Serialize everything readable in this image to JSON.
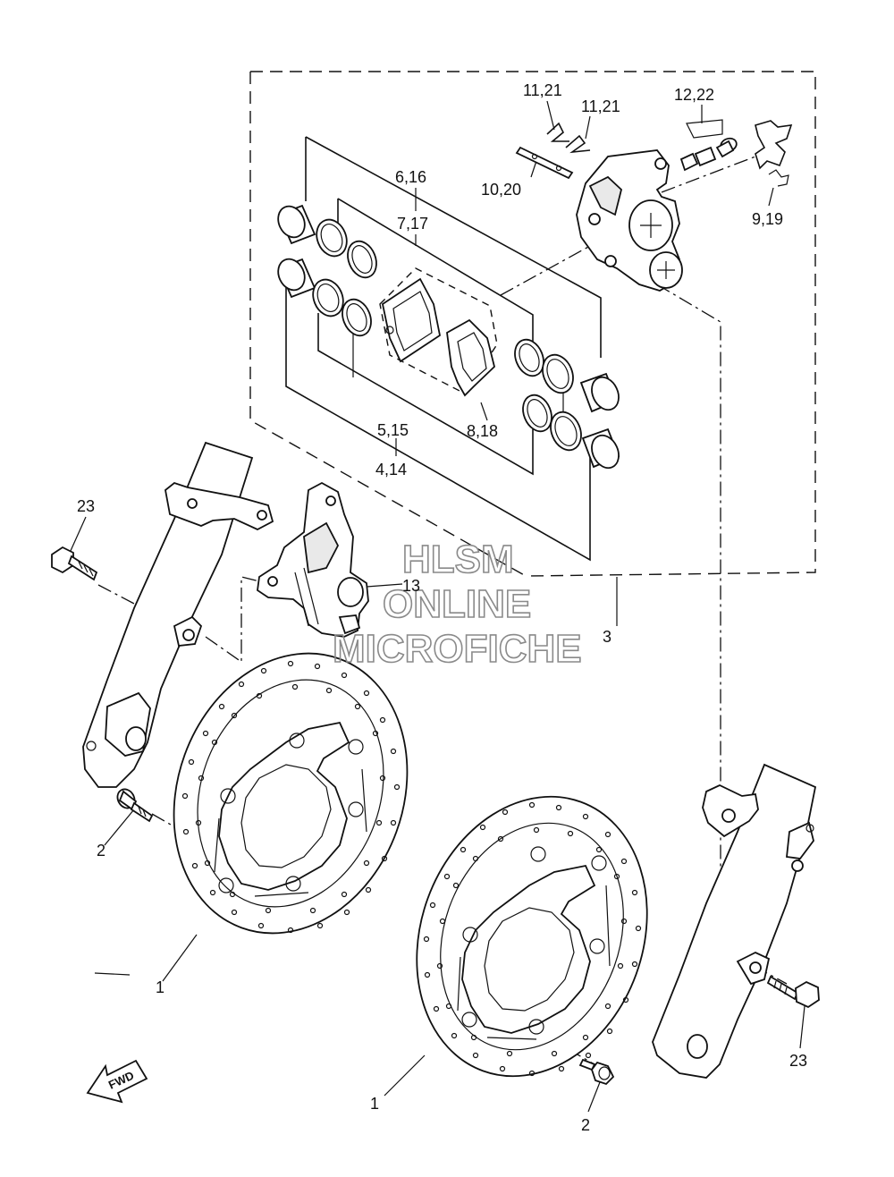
{
  "labels": {
    "l1a": "1",
    "l1b": "1",
    "l2a": "2",
    "l2b": "2",
    "l3": "3",
    "l4": "4,14",
    "l5": "5,15",
    "l6": "6,16",
    "l7": "7,17",
    "l8": "8,18",
    "l9": "9,19",
    "l10": "10,20",
    "l11a": "11,21",
    "l11b": "11,21",
    "l12": "12,22",
    "l13": "13",
    "l23a": "23",
    "l23b": "23"
  },
  "watermark": {
    "line1": "HLSM",
    "line2": "ONLINE",
    "line3": "MICROFICHE"
  },
  "direction_badge": "FWD"
}
